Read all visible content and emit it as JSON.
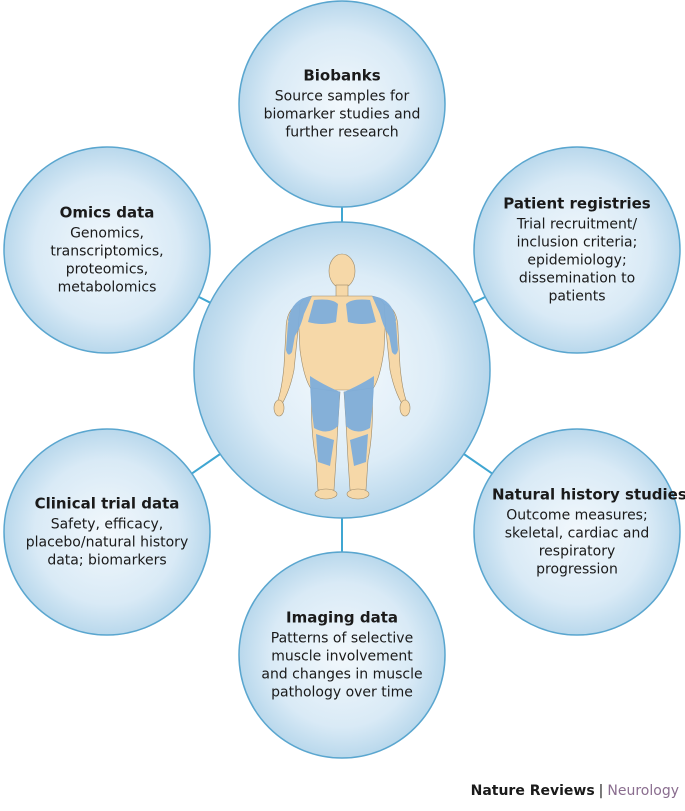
{
  "colors": {
    "circle_center": "#f2f8fc",
    "circle_edge": "#b9d8ec",
    "circle_stroke": "#5aa6cf",
    "connector": "#3fa6d2",
    "muscle": "#7faedb",
    "skin": "#f6d8a8",
    "footer_subject": "#8a6d8f"
  },
  "nodes": [
    {
      "key": "biobanks",
      "title": "Biobanks",
      "lines": [
        "Source samples for",
        "biomarker studies and",
        "further research"
      ]
    },
    {
      "key": "patient-registries",
      "title": "Patient registries",
      "lines": [
        "Trial recruitment/",
        "inclusion criteria;",
        "epidemiology;",
        "dissemination to",
        "patients"
      ]
    },
    {
      "key": "natural-history-studies",
      "title": "Natural history studies",
      "lines": [
        "Outcome measures;",
        "skeletal, cardiac and",
        "respiratory",
        "progression"
      ]
    },
    {
      "key": "imaging-data",
      "title": "Imaging data",
      "lines": [
        "Patterns of selective",
        "muscle involvement",
        "and changes in muscle",
        "pathology over time"
      ]
    },
    {
      "key": "clinical-trial-data",
      "title": "Clinical trial data",
      "lines": [
        "Safety, efficacy,",
        "placebo/natural history",
        "data; biomarkers"
      ]
    },
    {
      "key": "omics-data",
      "title": "Omics data",
      "lines": [
        "Genomics,",
        "transcriptomics,",
        "proteomics,",
        "metabolomics"
      ]
    }
  ],
  "center": {
    "icon": "human-body-icon"
  },
  "footer": {
    "journal": "Nature Reviews",
    "separator": "|",
    "subject": "Neurology"
  }
}
